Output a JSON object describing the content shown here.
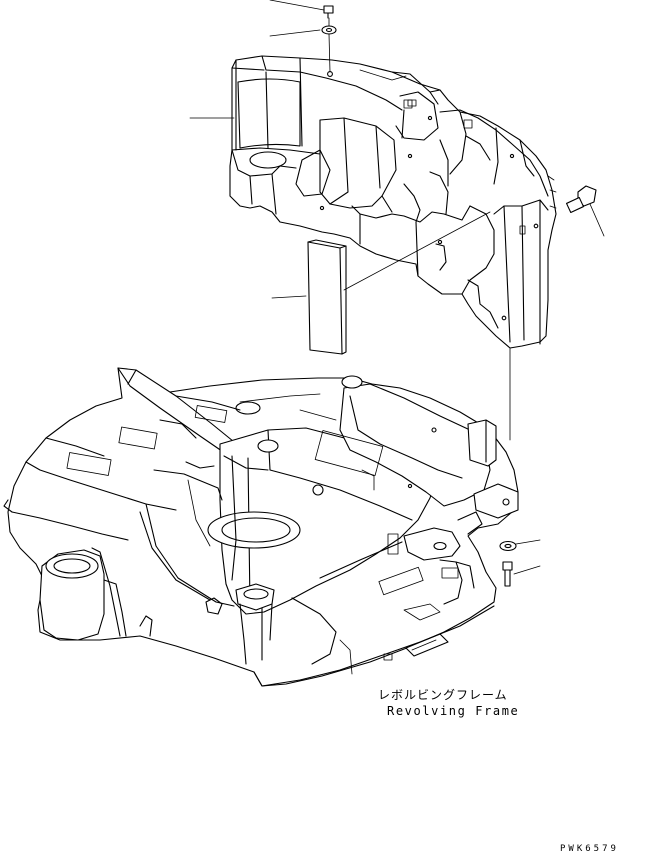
{
  "labels": {
    "part_name_jp": "レボルビングフレーム",
    "part_name_en": "Revolving Frame",
    "drawing_code": "PWK6579"
  }
}
